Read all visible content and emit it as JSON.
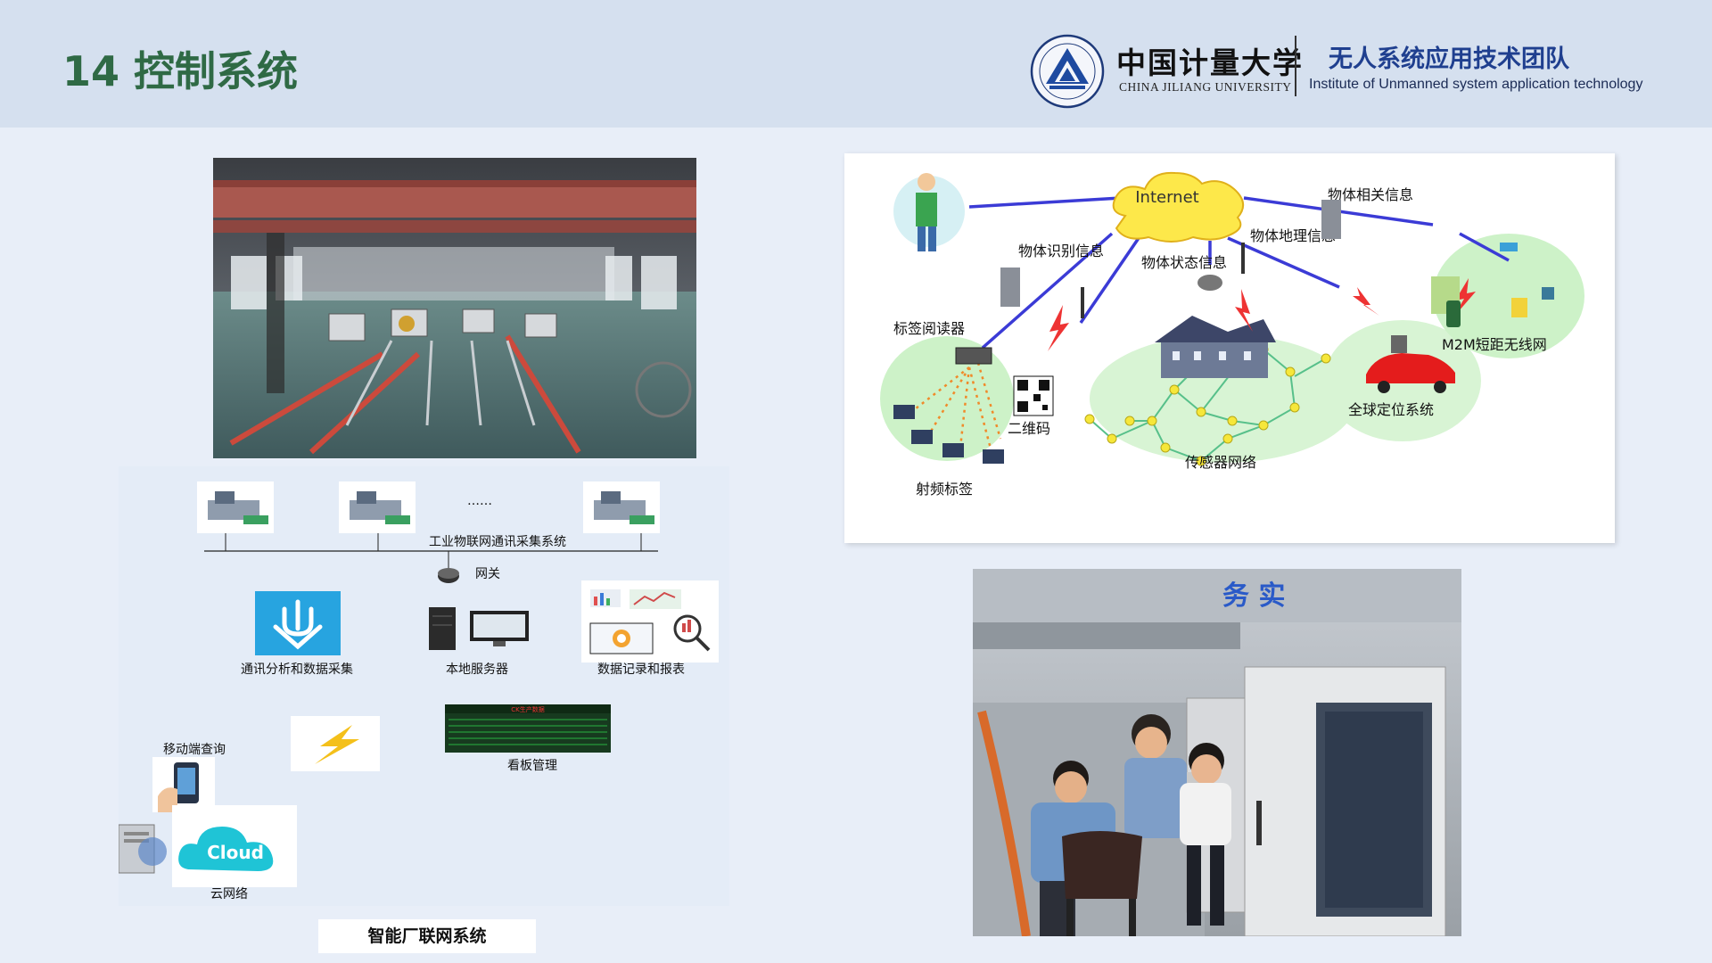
{
  "slide": {
    "title": "14 控制系统",
    "caption": "智能厂联网系统"
  },
  "logo": {
    "university_cn": "中国计量大学",
    "university_en": "CHINA JILIANG UNIVERSITY",
    "team_cn": "无人系统应用技术团队",
    "team_en": "Institute of Unmanned system application technology"
  },
  "factory_diagram": {
    "ellipsis": "……",
    "bus_label": "工业物联网通讯采集系统",
    "gateway": "网关",
    "node_comm": "通讯分析和数据采集",
    "node_server": "本地服务器",
    "node_report": "数据记录和报表",
    "mobile": "移动端查询",
    "kanban": "看板管理",
    "cloud": "云网络",
    "cloud_word": "Cloud",
    "board_title": "CK生产数据"
  },
  "iot_diagram": {
    "internet": "Internet",
    "obj_related": "物体相关信息",
    "obj_geo": "物体地理信息",
    "obj_id": "物体识别信息",
    "obj_state": "物体状态信息",
    "tag_reader": "标签阅读器",
    "qr": "二维码",
    "rfid": "射频标签",
    "sensor_net": "传感器网络",
    "gps": "全球定位系统",
    "m2m": "M2M短距无线网"
  },
  "photo2": {
    "sign_text": "务 实"
  },
  "colors": {
    "title_green": "#2f6a45",
    "team_blue": "#1f3f8f",
    "link_blue": "#3b3bd6"
  }
}
